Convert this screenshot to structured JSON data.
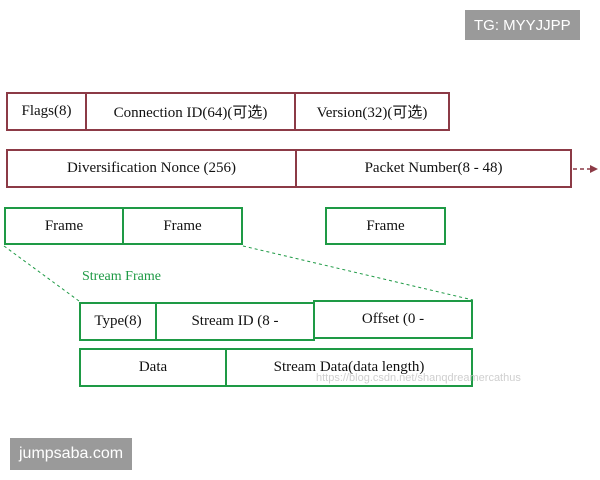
{
  "watermark_top": "TG: MYYJJPP",
  "watermark_bottom": "jumpsaba.com",
  "watermark_url": "https://blog.csdn.net/shanqdreamercathus",
  "header_row1": [
    "Flags(8)",
    "Connection ID(64)(可选)",
    "Version(32)(可选)"
  ],
  "header_row2": [
    "Diversification Nonce (256)",
    "Packet Number(8 - 48)"
  ],
  "frames": [
    "Frame",
    "Frame",
    "Frame"
  ],
  "stream_frame": {
    "label": "Stream Frame",
    "row1": [
      "Type(8)",
      "Stream ID (8 -",
      "Offset (0 -"
    ],
    "row2": [
      "Data",
      "Stream Data(data length)"
    ]
  },
  "colors": {
    "packet_border": "#8c3a46",
    "frame_border": "#1e9a45",
    "arrow": "#8c3a46"
  }
}
